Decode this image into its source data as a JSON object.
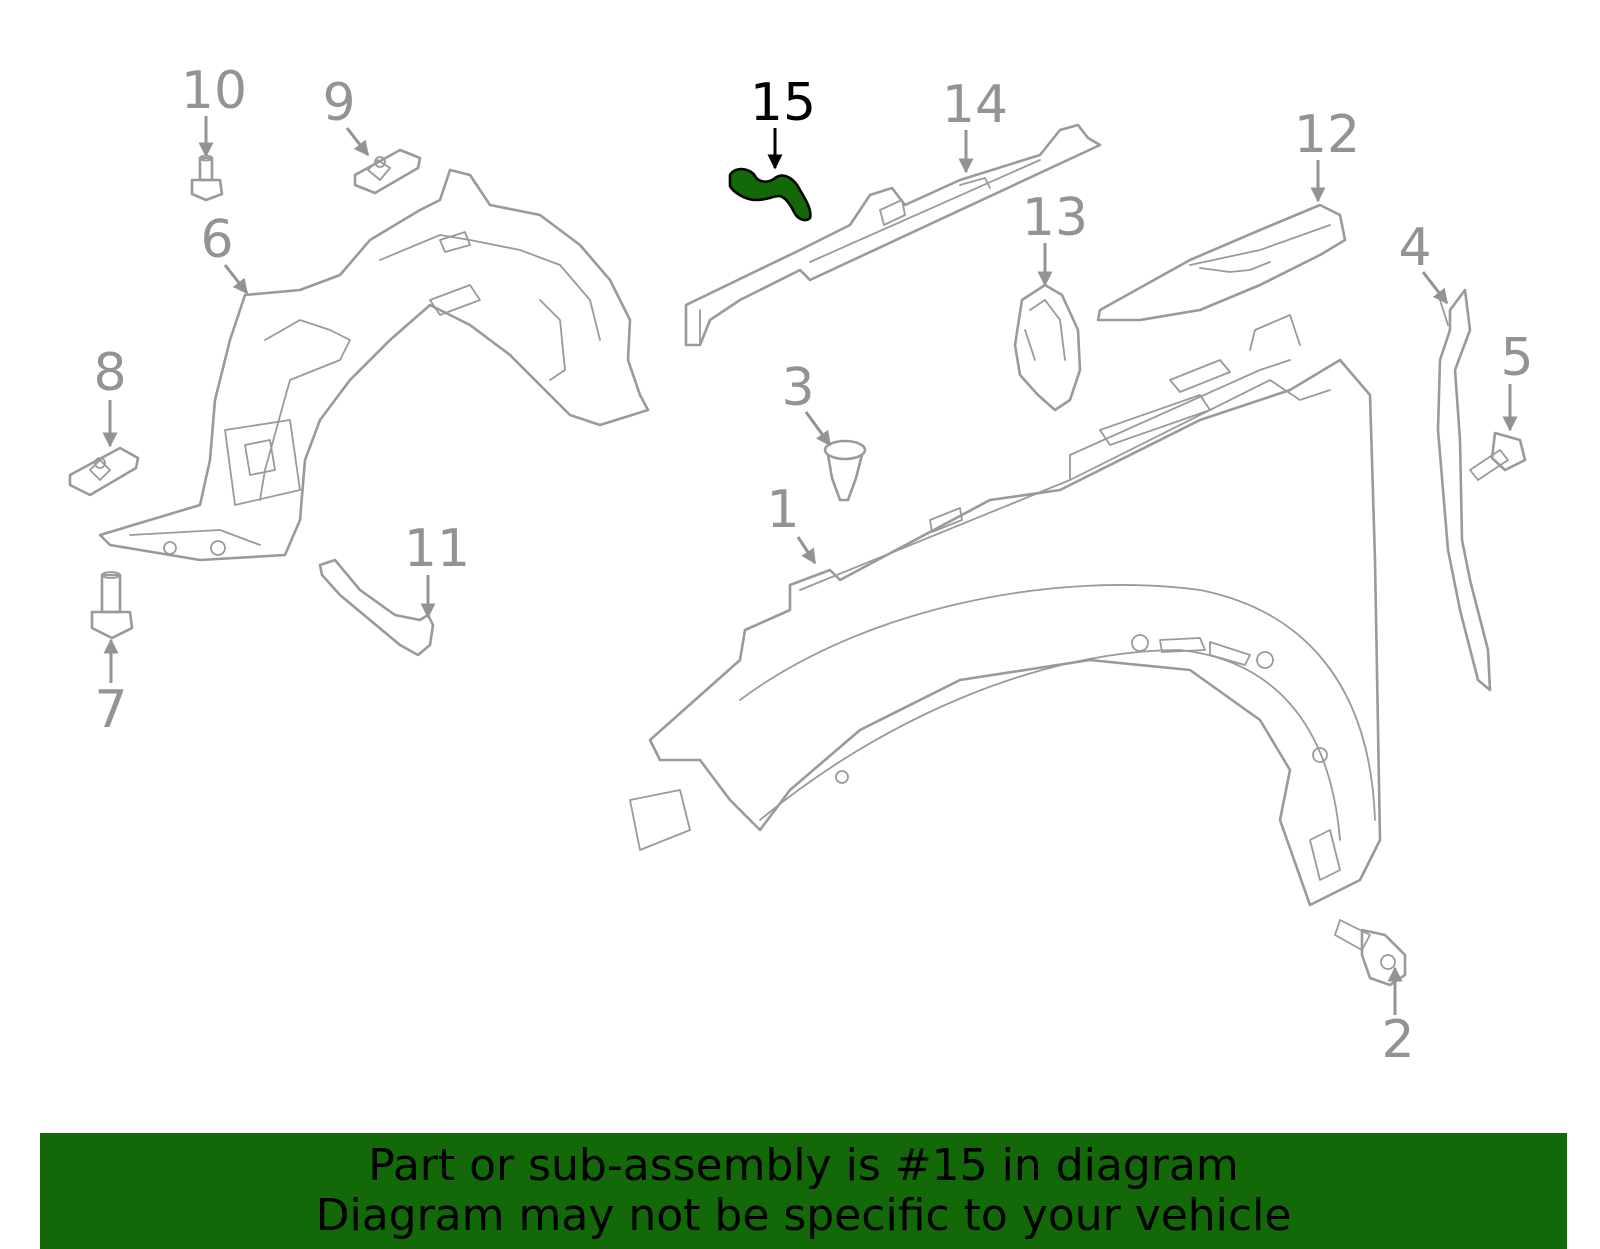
{
  "diagram": {
    "highlighted_part": "15",
    "highlight_color": "#136807",
    "callouts": [
      {
        "id": "1",
        "label": "1"
      },
      {
        "id": "2",
        "label": "2"
      },
      {
        "id": "3",
        "label": "3"
      },
      {
        "id": "4",
        "label": "4"
      },
      {
        "id": "5",
        "label": "5"
      },
      {
        "id": "6",
        "label": "6"
      },
      {
        "id": "7",
        "label": "7"
      },
      {
        "id": "8",
        "label": "8"
      },
      {
        "id": "9",
        "label": "9"
      },
      {
        "id": "10",
        "label": "10"
      },
      {
        "id": "11",
        "label": "11"
      },
      {
        "id": "12",
        "label": "12"
      },
      {
        "id": "13",
        "label": "13"
      },
      {
        "id": "14",
        "label": "14"
      },
      {
        "id": "15",
        "label": "15"
      }
    ]
  },
  "banner": {
    "line1": "Part or sub-assembly is #15 in diagram",
    "line2": "Diagram may not be specific to your vehicle",
    "background": "#136807"
  }
}
